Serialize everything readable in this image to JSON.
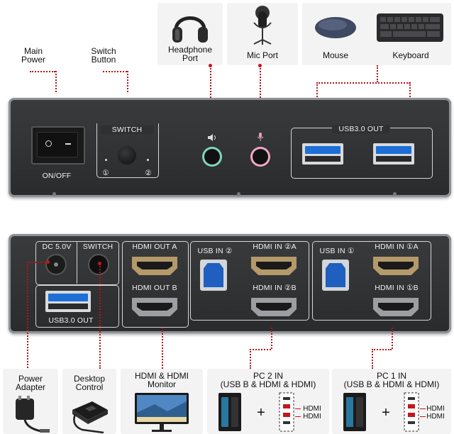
{
  "top_labels": {
    "main_power": "Main\nPower",
    "switch_button": "Switch\nButton",
    "headphone_port": "Headphone\nPort",
    "mic_port": "Mic Port",
    "mouse": "Mouse",
    "keyboard": "Keyboard"
  },
  "front_panel": {
    "switch_title": "SWITCH",
    "on_off": "ON/OFF",
    "pc1": "①",
    "pc2": "②",
    "usb_out": "USB3.0 OUT"
  },
  "back_panel": {
    "dc": "DC 5.0V",
    "switch": "SWITCH",
    "usb_out": "USB3.0 OUT",
    "hdmi_out_a": "HDMI OUT A",
    "hdmi_out_b": "HDMI OUT B",
    "usb_in_2": "USB IN ②",
    "hdmi_in_2a": "HDMI IN ②A",
    "hdmi_in_2b": "HDMI IN ②B",
    "usb_in_1": "USB IN ①",
    "hdmi_in_1a": "HDMI IN ①A",
    "hdmi_in_1b": "HDMI IN ①B"
  },
  "bottom_labels": {
    "power_adapter": "Power\nAdapter",
    "desktop_control": "Desktop\nControl",
    "hdmi_monitor": "HDMI & HDMI\nMonitor",
    "pc2_in": "PC 2 IN\n(USB B & HDMI & HDMI)",
    "pc1_in": "PC 1 IN\n(USB B & HDMI & HDMI)",
    "hdmi_tag": "HDMI",
    "plus": "+"
  },
  "colors": {
    "accent_red": "#c4161c",
    "usb_blue": "#1d6fd6",
    "hdmi_gold": "#b49a6a",
    "device_body": "#2f3032"
  },
  "icons": [
    "headphones-icon",
    "microphone-icon",
    "mouse-icon",
    "keyboard-icon",
    "speaker-icon",
    "mic-small-icon",
    "power-adapter-icon",
    "controller-icon",
    "monitor-icon",
    "pc-tower-icon"
  ]
}
